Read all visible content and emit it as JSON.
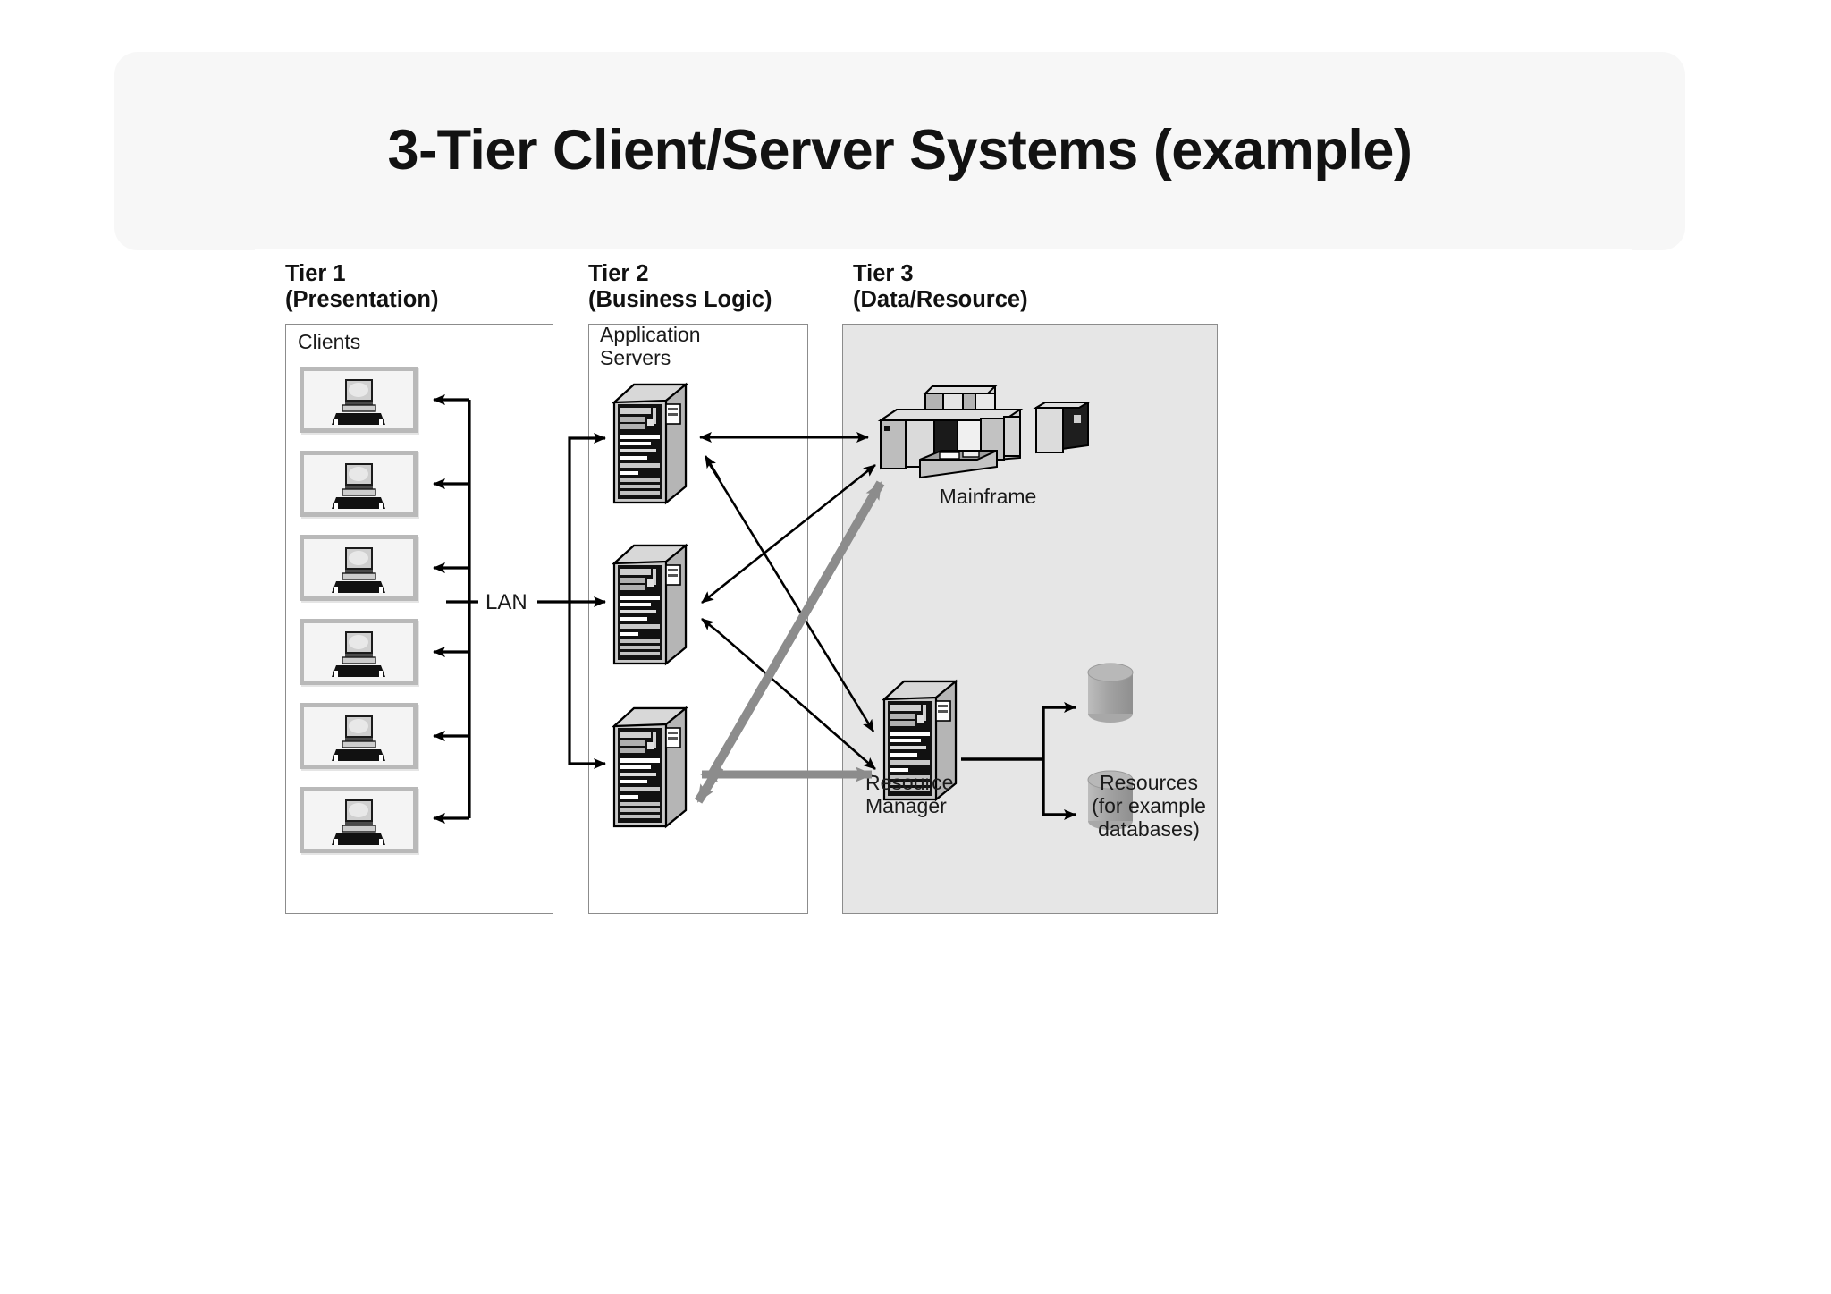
{
  "slide": {
    "title": "3-Tier Client/Server Systems (example)",
    "background_color": "#f7f7f7",
    "title_color": "#121212"
  },
  "diagram": {
    "background_color": "#ffffff",
    "tier3_fill": "#e6e6e6",
    "line_color": "#000000",
    "gray_arrow_color": "#8c8c8c",
    "tiers": [
      {
        "id": "tier1",
        "heading": "Tier 1\n(Presentation)",
        "number": "Tier 1",
        "name": "(Presentation)",
        "group_label": "Clients",
        "node_count": 6,
        "node_icon": "desktop-computer-icon"
      },
      {
        "id": "tier2",
        "heading": "Tier 2\n(Business Logic)",
        "number": "Tier 2",
        "name": "(Business Logic)",
        "group_label": "Application\nServers",
        "node_count": 3,
        "node_icon": "server-rack-icon"
      },
      {
        "id": "tier3",
        "heading": "Tier 3\n(Data/Resource)",
        "number": "Tier 3",
        "name": "(Data/Resource)",
        "nodes": [
          {
            "label": "Mainframe",
            "icon": "mainframe-icon"
          },
          {
            "label": "Resource\nManager",
            "icon": "server-rack-icon"
          },
          {
            "label": "Resources\n(for example\ndatabases)",
            "icon": "database-cylinder-icon"
          }
        ]
      }
    ],
    "network_label": "LAN",
    "connections": [
      {
        "from": "lan-bus",
        "to": "client-1",
        "style": "solid-black",
        "direction": "to-client"
      },
      {
        "from": "lan-bus",
        "to": "client-2",
        "style": "solid-black",
        "direction": "to-client"
      },
      {
        "from": "lan-bus",
        "to": "client-3",
        "style": "solid-black",
        "direction": "to-client"
      },
      {
        "from": "lan-bus",
        "to": "client-4",
        "style": "solid-black",
        "direction": "to-client"
      },
      {
        "from": "lan-bus",
        "to": "client-5",
        "style": "solid-black",
        "direction": "to-client"
      },
      {
        "from": "lan-bus",
        "to": "client-6",
        "style": "solid-black",
        "direction": "to-client"
      },
      {
        "from": "lan-bus",
        "to": "app-server-1",
        "style": "solid-black",
        "direction": "to-server"
      },
      {
        "from": "lan-bus",
        "to": "app-server-2",
        "style": "solid-black",
        "direction": "to-server"
      },
      {
        "from": "lan-bus",
        "to": "app-server-3",
        "style": "solid-black",
        "direction": "to-server"
      },
      {
        "from": "app-server-1",
        "to": "mainframe",
        "style": "solid-black",
        "direction": "bidirectional"
      },
      {
        "from": "app-server-1",
        "to": "resource-manager",
        "style": "solid-black",
        "direction": "bidirectional"
      },
      {
        "from": "app-server-2",
        "to": "mainframe",
        "style": "solid-black",
        "direction": "bidirectional"
      },
      {
        "from": "app-server-2",
        "to": "resource-manager",
        "style": "solid-black",
        "direction": "bidirectional"
      },
      {
        "from": "app-server-3",
        "to": "mainframe",
        "style": "gray-thick",
        "direction": "bidirectional"
      },
      {
        "from": "app-server-3",
        "to": "resource-manager",
        "style": "gray-thick",
        "direction": "bidirectional"
      },
      {
        "from": "resource-manager",
        "to": "database-1",
        "style": "solid-black",
        "direction": "to-database"
      },
      {
        "from": "resource-manager",
        "to": "database-2",
        "style": "solid-black",
        "direction": "to-database"
      }
    ]
  }
}
